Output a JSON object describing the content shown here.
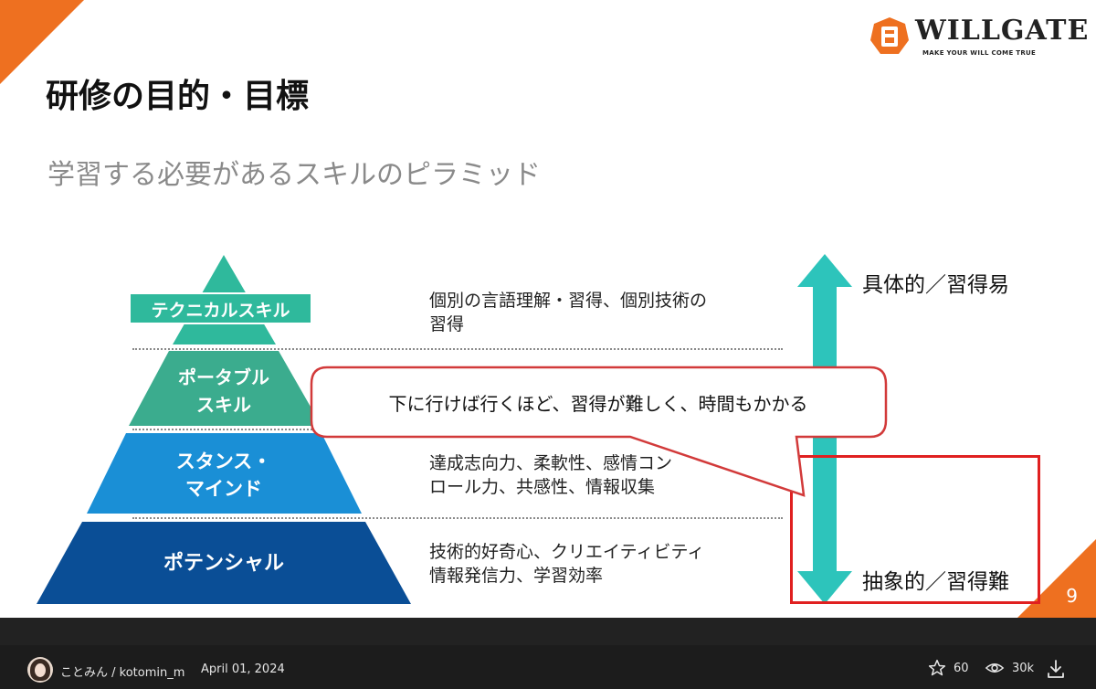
{
  "slide": {
    "logo": {
      "name": "WILLGATE",
      "tagline": "MAKE YOUR WILL COME TRUE"
    },
    "title": "研修の目的・目標",
    "subtitle": "学習する必要があるスキルのピラミッド",
    "pyramid_tiers": [
      {
        "label_lines": [
          "テクニカルスキル"
        ],
        "description_lines": [
          "個別の言語理解・習得、個別技術の",
          "習得"
        ],
        "color": "#2fb99c"
      },
      {
        "label_lines": [
          "ポータブル",
          "スキル"
        ],
        "description_lines": [],
        "color": "#3bac8e"
      },
      {
        "label_lines": [
          "スタンス・",
          "マインド"
        ],
        "description_lines": [
          "達成志向力、柔軟性、感情コン",
          "ロール力、共感性、情報収集"
        ],
        "color": "#1a8fd6"
      },
      {
        "label_lines": [
          "ポテンシャル"
        ],
        "description_lines": [
          "技術的好奇心、クリエイティビティ",
          "情報発信力、学習効率"
        ],
        "color": "#0a4e96"
      }
    ],
    "arrow": {
      "top_label": "具体的／習得易",
      "bottom_label": "抽象的／習得難",
      "color": "#2dc4bb"
    },
    "callout_text": "下に行けば行くほど、習得が難しく、時間もかかる",
    "page_number": "9",
    "accent_color": "#ee7020",
    "highlight_color": "#e02020"
  },
  "footer": {
    "author": "ことみん / kotomin_m",
    "date": "April 01, 2024",
    "stars": "60",
    "views": "30k"
  }
}
